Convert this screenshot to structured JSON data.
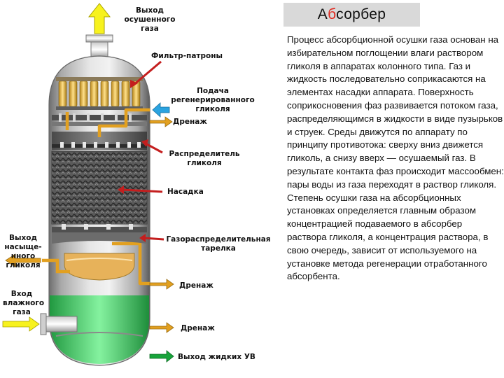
{
  "title": {
    "prefix": "А",
    "accent": "б",
    "rest": "сорбер"
  },
  "description": "Процесс абсорбционной осушки газа основан на избирательном поглощении влаги раствором гликоля в аппаратах колонного типа. Газ и жидкость последовательно соприкасаются на элементах насадки аппарата. Поверхность соприкосновения фаз развивается потоком газа, распределяющимся в жидкости в виде пузырьков и струек. Среды движутся по аппарату по принципу противотока: сверху вниз движется гликоль, а снизу вверх — осушаемый газ. В результате контакта фаз происходит массообмен: пары воды из газа переходят в раствор гликоля. Степень осушки газа на абсорбционных установках определяется главным образом концентрацией подаваемого в абсорбер раствора гликоля, а концентрация раствора, в свою очередь, зависит от используемого на установке метода регенерации отработанного абсорбента.",
  "labels": {
    "dry_gas_outlet": "Выход осушенного\nгаза",
    "filter_cartridges": "Фильтр-патроны",
    "regen_glycol_feed": "Подача\nрегенерированного\nгликоля",
    "drain_1": "Дренаж",
    "glycol_distributor": "Распределитель\nгликоля",
    "packing": "Насадка",
    "saturated_glycol_outlet": "Выход\nнасыще-\nнного\nгликоля",
    "gas_distribution_tray": "Газораспределительная\nтарелка",
    "drain_2": "Дренаж",
    "wet_gas_inlet": "Вход\nвлажного\nгаза",
    "drain_3": "Дренаж",
    "liquid_hc_outlet": "Выход жидких УВ"
  },
  "colors": {
    "outlet_arrow": "#f7f21e",
    "feed_arrow": "#2aa3e0",
    "pointer_arrow": "#c41e1e",
    "green_arrow": "#17a43a",
    "pipe": "#e2a020",
    "liquid": "#2fcf5a",
    "shell": "#b9b9b9"
  }
}
